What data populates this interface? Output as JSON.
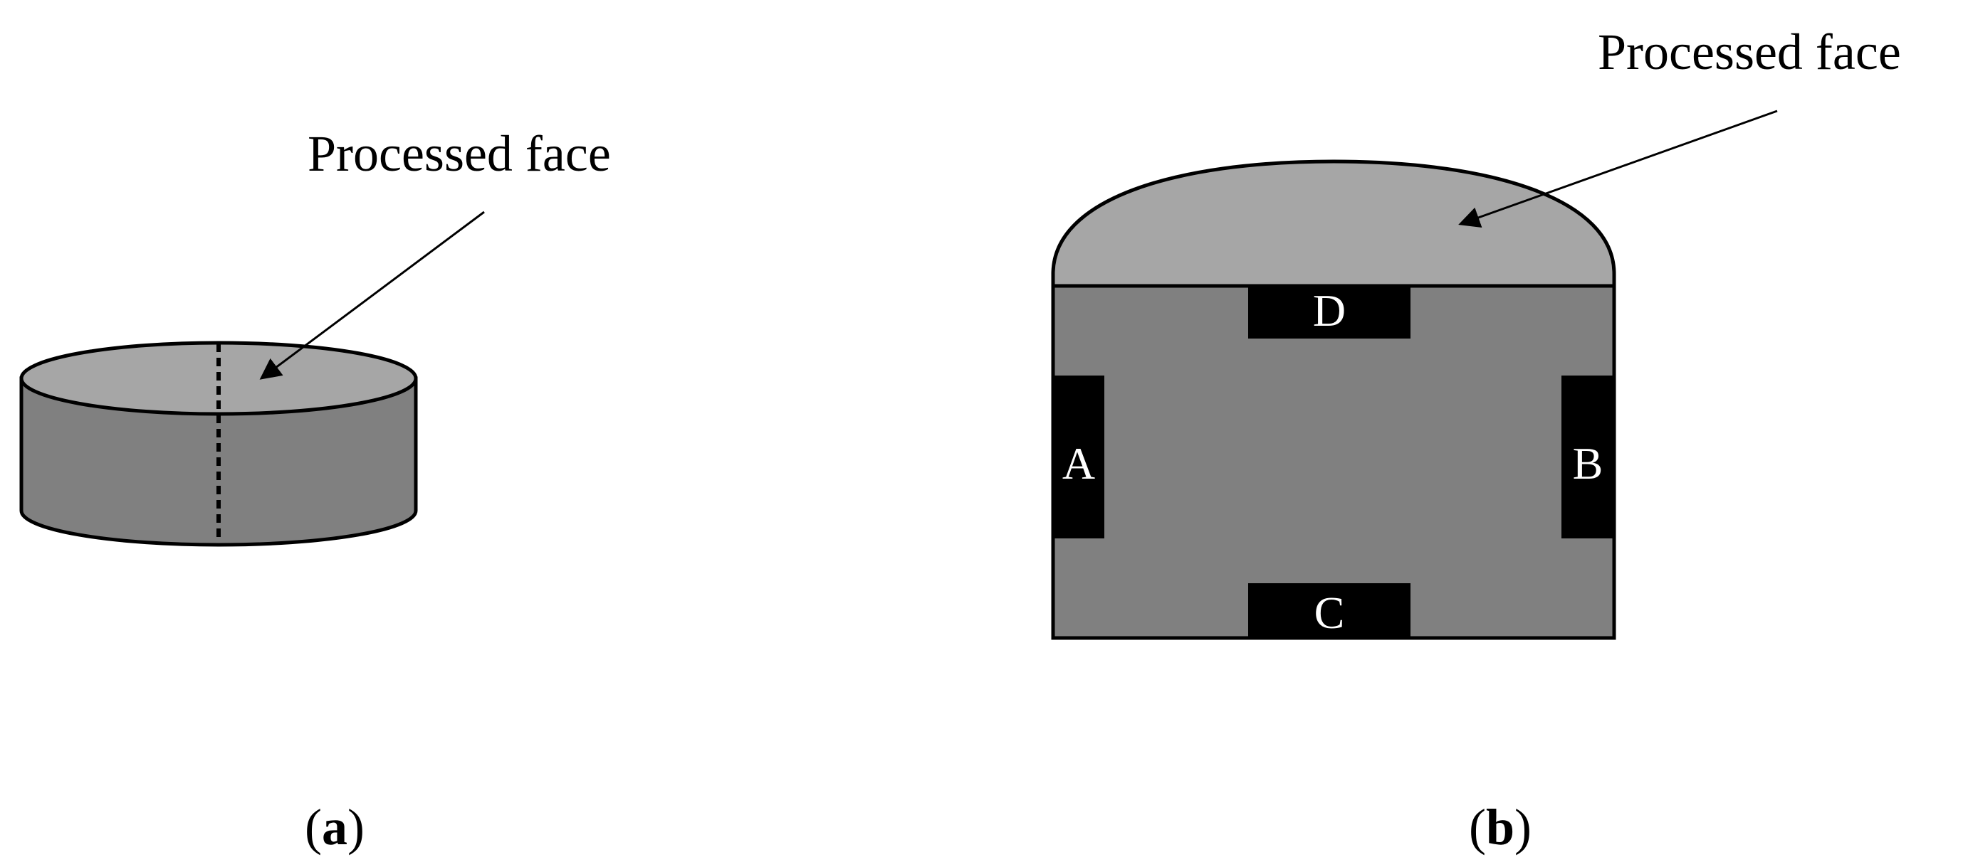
{
  "panel_a": {
    "annotation": "Processed face",
    "caption_open": "(",
    "caption_letter": "a",
    "caption_close": ")"
  },
  "panel_b": {
    "annotation": "Processed face",
    "labels": {
      "a": "A",
      "b": "B",
      "c": "C",
      "d": "D"
    },
    "caption_open": "(",
    "caption_letter": "b",
    "caption_close": ")"
  },
  "colors": {
    "face_light": "#a6a6a6",
    "body_gray": "#808080",
    "block_black": "#000000",
    "stroke": "#000000",
    "background": "#ffffff"
  }
}
